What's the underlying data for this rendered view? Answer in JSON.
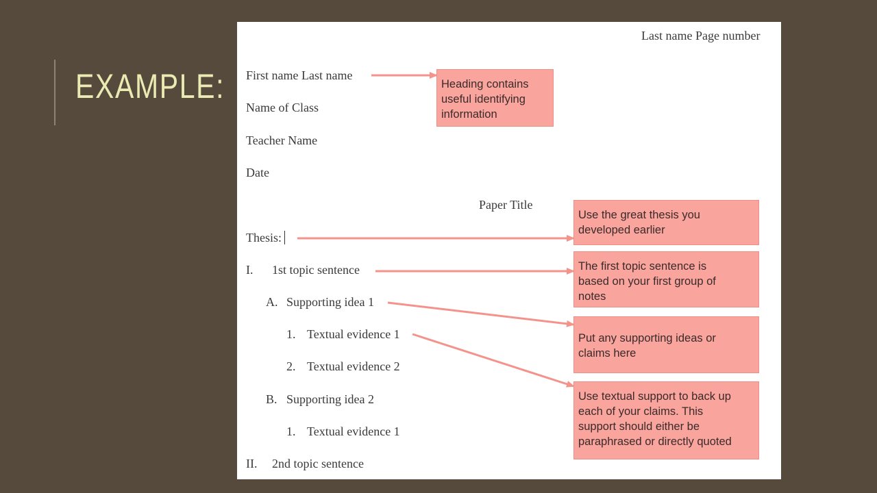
{
  "slide": {
    "title": "EXAMPLE:",
    "colors": {
      "background": "#564a3c",
      "title": "#ebeab3",
      "callout": "#f9a49c",
      "arrow": "#f3938b"
    }
  },
  "document": {
    "header_right": "Last name Page number",
    "heading_lines": [
      "First name Last name",
      "Name of Class",
      "Teacher Name",
      "Date"
    ],
    "paper_title": "Paper Title",
    "thesis_label": "Thesis:",
    "outline": [
      {
        "marker": "I.",
        "text": "1st topic sentence"
      },
      {
        "marker": "A.",
        "text": "Supporting idea 1"
      },
      {
        "marker": "1.",
        "text": "Textual evidence 1"
      },
      {
        "marker": "2.",
        "text": "Textual evidence 2"
      },
      {
        "marker": "B.",
        "text": "Supporting idea 2"
      },
      {
        "marker": "1.",
        "text": "Textual evidence 1"
      },
      {
        "marker": "II.",
        "text": "2nd topic sentence"
      }
    ]
  },
  "callouts": {
    "heading": [
      "Heading contains",
      "useful identifying",
      "information"
    ],
    "thesis": [
      "Use the great thesis you",
      "developed earlier"
    ],
    "topic": [
      "The first topic sentence is",
      "based on your first group of",
      "notes"
    ],
    "supporting": [
      "Put any supporting ideas or",
      "claims here"
    ],
    "textual": [
      "Use textual support to back up",
      "each of your claims. This",
      "support should either be",
      "paraphrased or directly quoted"
    ]
  }
}
